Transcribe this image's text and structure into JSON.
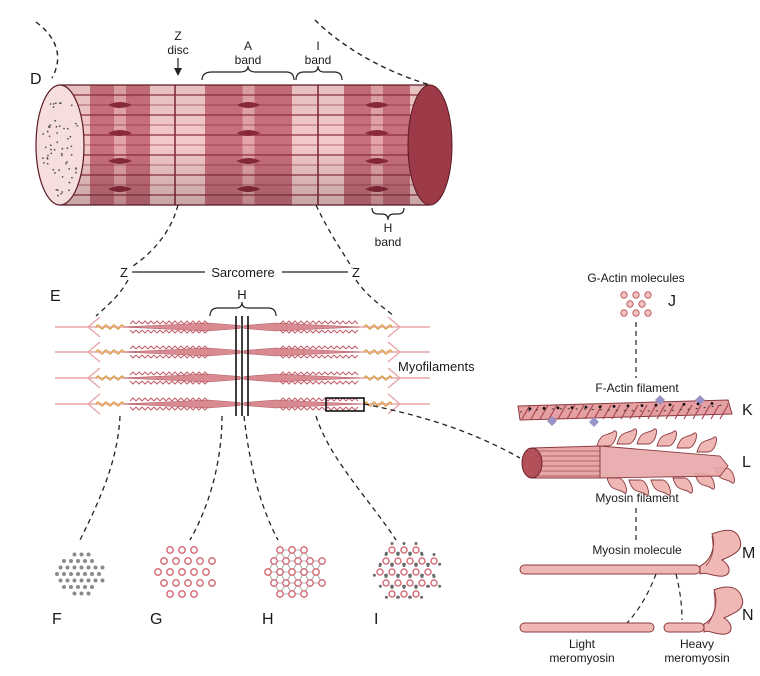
{
  "panels": {
    "d": "D",
    "e": "E",
    "f": "F",
    "g": "G",
    "h": "H",
    "i": "I",
    "j": "J",
    "k": "K",
    "l": "L",
    "m": "M",
    "n": "N"
  },
  "fiber": {
    "z_disc_line1": "Z",
    "z_disc_line2": "disc",
    "a_band_line1": "A",
    "a_band_line2": "band",
    "i_band_line1": "I",
    "i_band_line2": "band",
    "h_band_line1": "H",
    "h_band_line2": "band"
  },
  "sarcomere": {
    "title": "Sarcomere",
    "z_left": "Z",
    "z_right": "Z",
    "h_zone": "H",
    "myofilaments": "Myofilaments"
  },
  "molecules": {
    "g_actin": "G-Actin molecules",
    "f_actin": "F-Actin filament",
    "myosin_filament": "Myosin filament",
    "myosin_molecule": "Myosin molecule",
    "light_line1": "Light",
    "light_line2": "meromyosin",
    "heavy_line1": "Heavy",
    "heavy_line2": "meromyosin"
  },
  "colors": {
    "muscle_dark": "#8b2a3a",
    "muscle_mid": "#c9717c",
    "muscle_light": "#f3c9c9",
    "end_cap": "#f7dede",
    "spring": "#d9a040",
    "tropomyosin": "#9a93c7"
  }
}
